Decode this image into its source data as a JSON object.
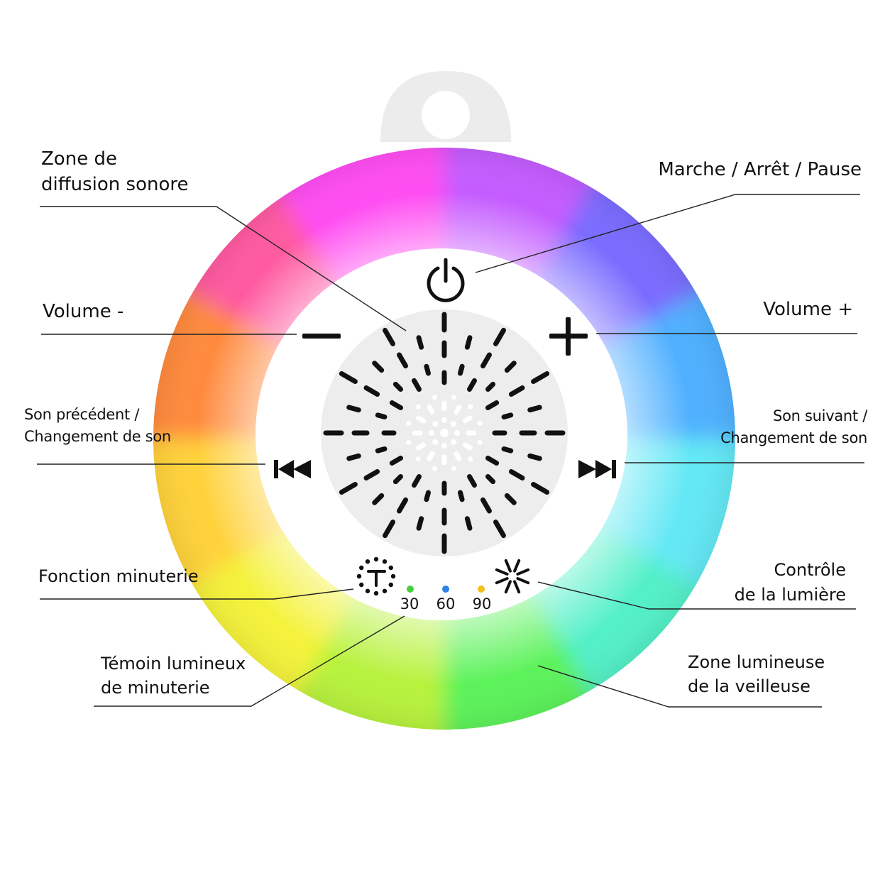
{
  "colors": {
    "ring_gradient": [
      "#ff5aa0",
      "#ff8a3d",
      "#ffd23a",
      "#f4f23a",
      "#b7f23e",
      "#5cf25a",
      "#52f0c8",
      "#63e8f5",
      "#4fb0ff",
      "#7a6cff",
      "#c45cff",
      "#ff4df2"
    ],
    "face": "#ffffff",
    "hanger": "#ececec",
    "icon": "#111111",
    "timer_dot_30": "#44d13b",
    "timer_dot_60": "#2f80e8",
    "timer_dot_90": "#f2c21a"
  },
  "labels": {
    "zone_diffusion": [
      "Zone de",
      "diffusion sonore"
    ],
    "power": "Marche / Arrêt / Pause",
    "volume_minus": "Volume -",
    "volume_plus": "Volume +",
    "prev": [
      "Son précédent /",
      "Changement de son"
    ],
    "next": [
      "Son suivant /",
      "Changement de son"
    ],
    "timer": "Fonction minuterie",
    "light": [
      "Contrôle",
      "de la lumière"
    ],
    "timer_indicator": [
      "Témoin lumineux",
      "de minuterie"
    ],
    "night_light": [
      "Zone lumineuse",
      "de la veilleuse"
    ]
  },
  "timer_values": [
    "30",
    "60",
    "90"
  ],
  "icons": [
    "power-icon",
    "minus-icon",
    "plus-icon",
    "previous-icon",
    "next-icon",
    "timer-clock-icon",
    "light-sun-icon"
  ]
}
